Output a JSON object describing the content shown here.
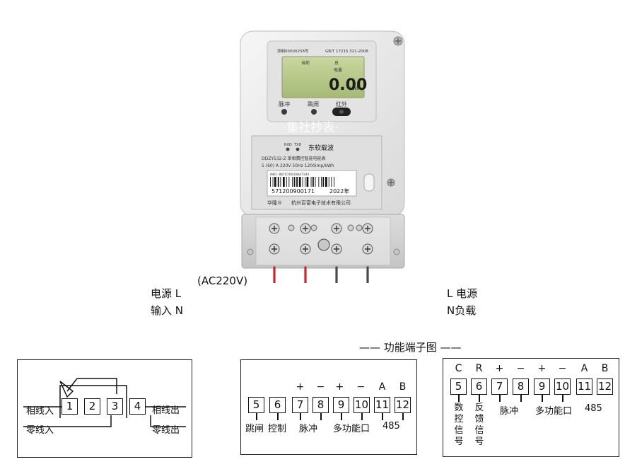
{
  "meter": {
    "cert_number": "浙制00000258号",
    "standard": "GB/T 17215.321-2008",
    "lcd_label_current": "当前",
    "lcd_label_total": "总",
    "lcd_label_energy": "电量",
    "lcd_reading": "0.00",
    "lcd_unit": "kWh",
    "indicator_pulse": "脉冲",
    "indicator_trip": "跳闸",
    "indicator_ir": "红外",
    "watermark": "·集社抄表·",
    "carrier_rxd": "RXD",
    "carrier_txd": "TXD",
    "carrier_name": "东软载波",
    "model_line": "DDZY532-Z 单相费控智能电能表",
    "spec_line": "5 (60) A 220V 50Hz 1200imp/kWh",
    "imei": "IMEI: 867070030847193",
    "barcode_number": "571200900171",
    "year": "2022年",
    "brand": "华隆®",
    "manufacturer": "杭州百富电子技术有限公司",
    "colors": {
      "body": "#ececec",
      "lcd": "#b7c98a",
      "live_wire": "#c6262c",
      "neutral_wire": "#4a4a4a"
    }
  },
  "wiring": {
    "supply_note": "(AC220V)",
    "left_top": "电源 L",
    "left_bottom": "输入 N",
    "right_top": "L 电源",
    "right_bottom": "N负载"
  },
  "function_title": "—— 功能端子图 ——",
  "panel1": {
    "numbers": [
      "1",
      "2",
      "3",
      "4"
    ],
    "phase_in": "相线入",
    "phase_out": "相线出",
    "neutral_in": "零线入",
    "neutral_out": "零线出"
  },
  "panel2": {
    "numbers": [
      "5",
      "6",
      "7",
      "8",
      "9",
      "10",
      "11",
      "12"
    ],
    "symbols": [
      "+",
      "−",
      "+",
      "−",
      "A",
      "B"
    ],
    "labels": [
      "跳闸",
      "控制",
      "脉冲",
      "多功能口",
      "485"
    ]
  },
  "panel3": {
    "symbols": [
      "C",
      "R",
      "+",
      "−",
      "+",
      "−",
      "A",
      "B"
    ],
    "numbers": [
      "5",
      "6",
      "7",
      "8",
      "9",
      "10",
      "11",
      "12"
    ],
    "label_data": "数控信号",
    "label_feedback": "反馈信号",
    "label_pulse": "脉冲",
    "label_multi": "多功能口",
    "label_485": "485"
  }
}
